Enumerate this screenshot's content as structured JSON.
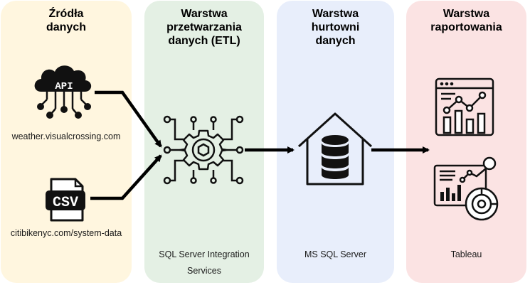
{
  "layers": [
    {
      "title": "Źródła\ndanych"
    },
    {
      "title": "Warstwa\nprzetwarzania\ndanych (ETL)",
      "label": "SQL Server Integration Services"
    },
    {
      "title": "Warstwa\nhurtowni\ndanych",
      "label": "MS SQL Server"
    },
    {
      "title": "Warstwa\nraportowania",
      "label": "Tableau"
    }
  ],
  "sources": [
    {
      "icon": "api-cloud-icon",
      "badge": "API",
      "label": "weather.visualcrossing.com"
    },
    {
      "icon": "csv-file-icon",
      "badge": "CSV",
      "label": "citibikenyc.com/system-data"
    }
  ],
  "etl_icon": "gear-network-icon",
  "warehouse_icon": "database-house-icon",
  "report_icons": [
    "dashboard-chart-icon",
    "analytics-dashboard-icon"
  ]
}
